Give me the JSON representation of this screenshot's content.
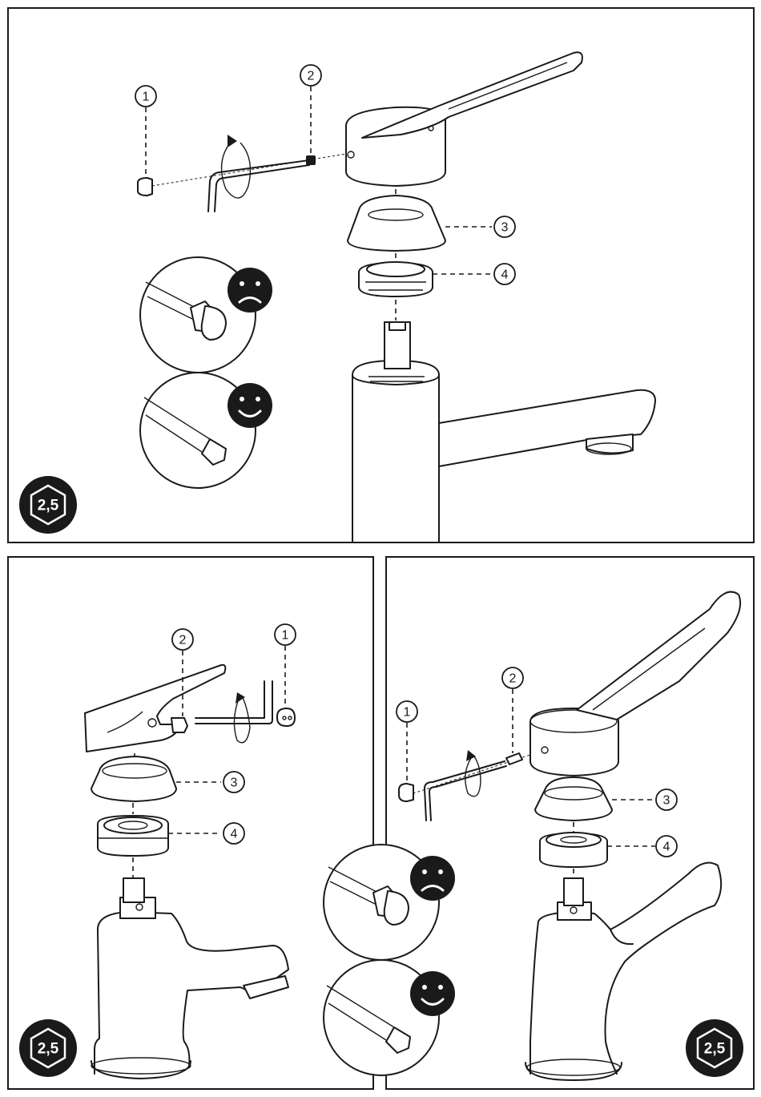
{
  "panels": {
    "top": {
      "callouts": [
        "1",
        "2",
        "3",
        "4"
      ],
      "tool_badge": "2,5",
      "tip_bad_icon": "frown-face-icon",
      "tip_good_icon": "smile-face-icon"
    },
    "bottom_left": {
      "callouts": [
        "1",
        "2",
        "3",
        "4"
      ],
      "tool_badge": "2,5"
    },
    "bottom_right": {
      "callouts": [
        "1",
        "2",
        "3",
        "4"
      ],
      "tool_badge": "2,5"
    },
    "shared_tips": {
      "tip_bad_icon": "frown-face-icon",
      "tip_good_icon": "smile-face-icon"
    }
  },
  "colors": {
    "line": "#1a1a1a",
    "badge": "#1a1a1a",
    "background": "#ffffff"
  }
}
